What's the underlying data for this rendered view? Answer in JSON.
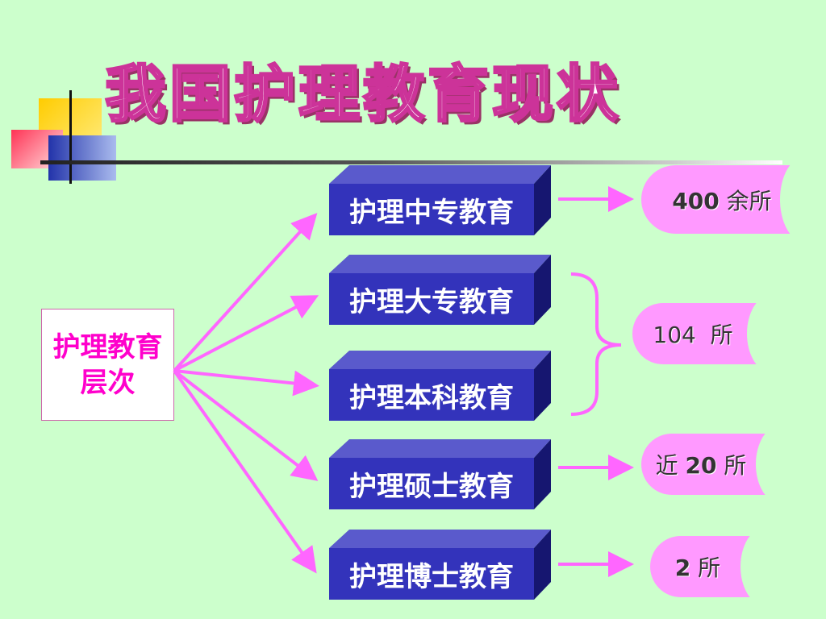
{
  "title": "我国护理教育现状",
  "root": {
    "line1": "护理教育",
    "line2": "层次"
  },
  "levels": [
    {
      "label": "护理中专教育"
    },
    {
      "label": "护理大专教育"
    },
    {
      "label": "护理本科教育"
    },
    {
      "label": "护理硕士教育"
    },
    {
      "label": "护理博士教育"
    }
  ],
  "counts": [
    {
      "bold": "400",
      "rest": " 余所"
    },
    {
      "bold": "",
      "rest": "104  所"
    },
    {
      "bold": "20",
      "pre": "近 ",
      "rest": " 所"
    },
    {
      "bold": "2",
      "rest": " 所"
    }
  ],
  "colors": {
    "background": "#ccffcc",
    "cube_face": "#3333bb",
    "arrow": "#ff66ff",
    "count_fill": "#ff99ff",
    "root_text": "#ff00cc"
  }
}
